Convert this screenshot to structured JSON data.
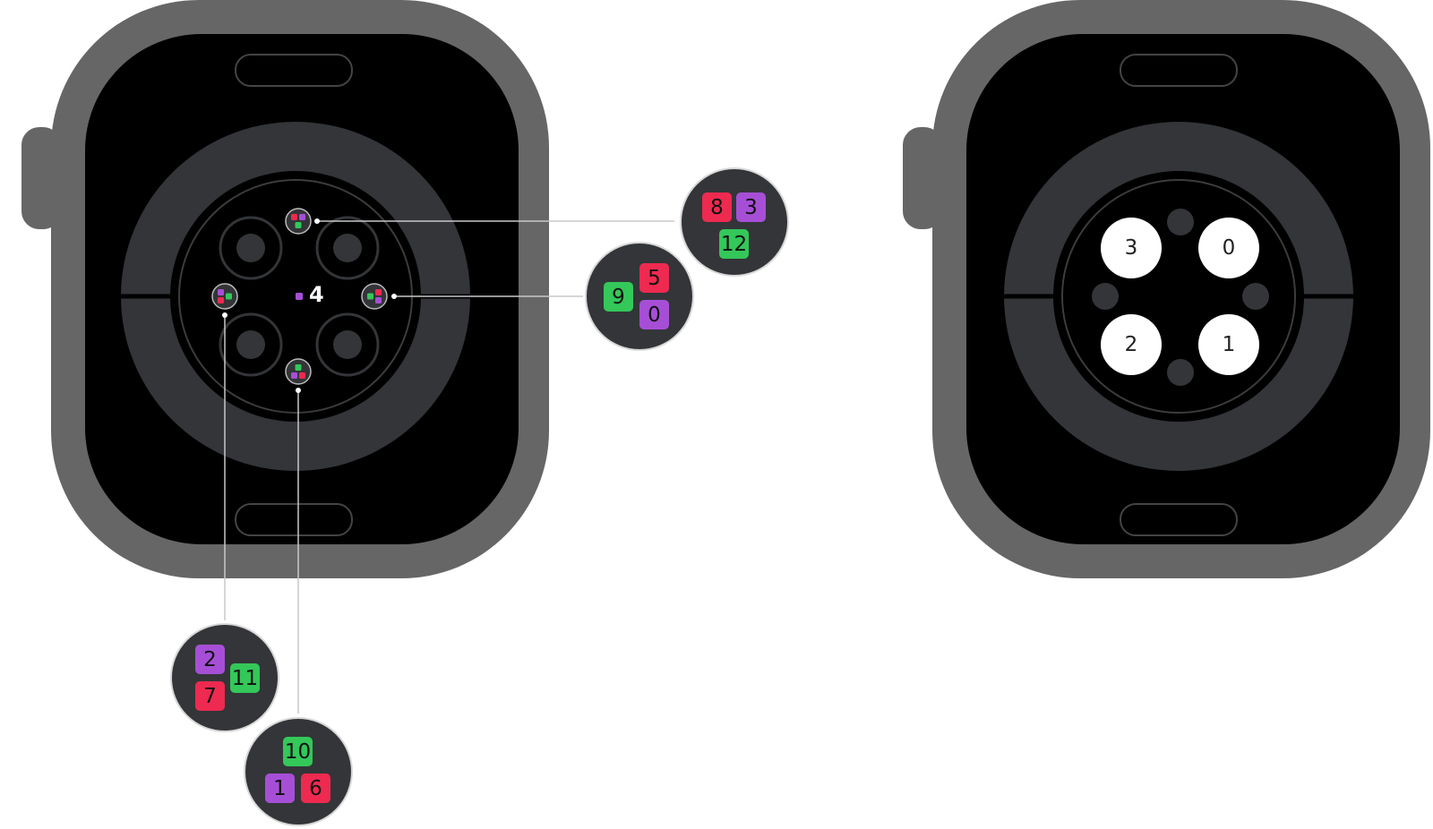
{
  "colors": {
    "red": "#ee2a50",
    "purple": "#a64fd6",
    "green": "#34c759",
    "case": "#666666",
    "screen": "#000000",
    "sensor_ring": "#333538",
    "callout_bg": "#333538"
  },
  "left_watch": {
    "center_label": "4",
    "callouts": {
      "top": {
        "items": [
          {
            "label": "8",
            "color": "red"
          },
          {
            "label": "3",
            "color": "purple"
          },
          {
            "label": "12",
            "color": "green"
          }
        ]
      },
      "right": {
        "items": [
          {
            "label": "9",
            "color": "green"
          },
          {
            "label": "5",
            "color": "red"
          },
          {
            "label": "0",
            "color": "purple"
          }
        ]
      },
      "left": {
        "items": [
          {
            "label": "2",
            "color": "purple"
          },
          {
            "label": "11",
            "color": "green"
          },
          {
            "label": "7",
            "color": "red"
          }
        ]
      },
      "bottom": {
        "items": [
          {
            "label": "10",
            "color": "green"
          },
          {
            "label": "1",
            "color": "purple"
          },
          {
            "label": "6",
            "color": "red"
          }
        ]
      }
    }
  },
  "right_watch": {
    "photodiodes": [
      {
        "position": "top-left",
        "label": "3"
      },
      {
        "position": "top-right",
        "label": "0"
      },
      {
        "position": "bottom-left",
        "label": "2"
      },
      {
        "position": "bottom-right",
        "label": "1"
      }
    ]
  }
}
